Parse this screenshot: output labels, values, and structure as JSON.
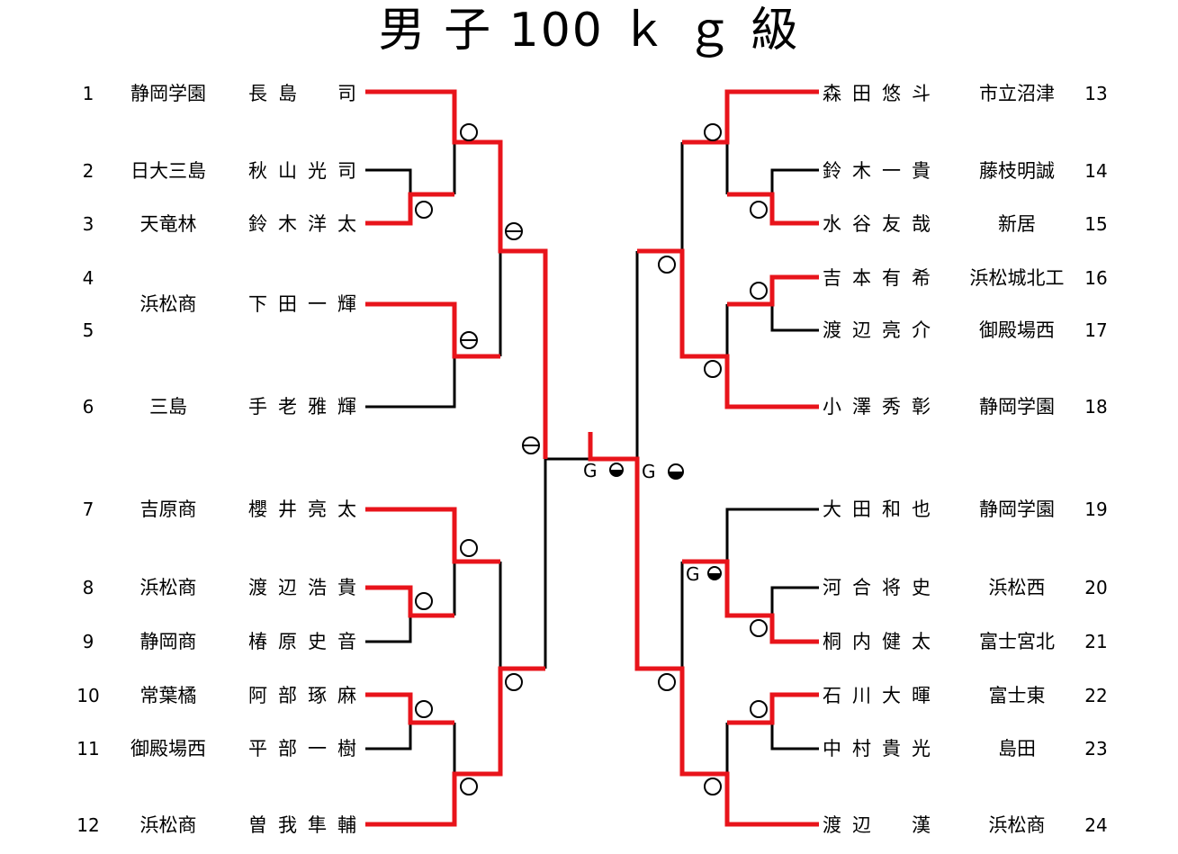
{
  "title": "男 子 100 ｋ ｇ 級",
  "colors": {
    "winner": "#e8141b",
    "line": "#000000"
  },
  "left_entries": [
    {
      "num": "1",
      "school": "静岡学園",
      "name": "長島　司"
    },
    {
      "num": "2",
      "school": "日大三島",
      "name": "秋山光司"
    },
    {
      "num": "3",
      "school": "天竜林",
      "name": "鈴木洋太"
    },
    {
      "num": "4",
      "school": "",
      "name": ""
    },
    {
      "num": "5",
      "school": "浜松商",
      "name": "下田一輝"
    },
    {
      "num": "6",
      "school": "三島",
      "name": "手老雅輝"
    },
    {
      "num": "7",
      "school": "吉原商",
      "name": "櫻井亮太"
    },
    {
      "num": "8",
      "school": "浜松商",
      "name": "渡辺浩貴"
    },
    {
      "num": "9",
      "school": "静岡商",
      "name": "椿原史音"
    },
    {
      "num": "10",
      "school": "常葉橘",
      "name": "阿部琢麻"
    },
    {
      "num": "11",
      "school": "御殿場西",
      "name": "平部一樹"
    },
    {
      "num": "12",
      "school": "浜松商",
      "name": "曽我隼輔"
    }
  ],
  "right_entries": [
    {
      "num": "13",
      "name": "森田悠斗",
      "school": "市立沼津"
    },
    {
      "num": "14",
      "name": "鈴木一貴",
      "school": "藤枝明誠"
    },
    {
      "num": "15",
      "name": "水谷友哉",
      "school": "新居"
    },
    {
      "num": "16",
      "name": "吉本有希",
      "school": "浜松城北工"
    },
    {
      "num": "17",
      "name": "渡辺亮介",
      "school": "御殿場西"
    },
    {
      "num": "18",
      "name": "小澤秀彰",
      "school": "静岡学園"
    },
    {
      "num": "19",
      "name": "大田和也",
      "school": "静岡学園"
    },
    {
      "num": "20",
      "name": "河合将史",
      "school": "浜松西"
    },
    {
      "num": "21",
      "name": "桐内健太",
      "school": "富士宮北"
    },
    {
      "num": "22",
      "name": "石川大暉",
      "school": "富士東"
    },
    {
      "num": "23",
      "name": "中村貴光",
      "school": "島田"
    },
    {
      "num": "24",
      "name": "渡辺　漢",
      "school": "浜松商"
    }
  ],
  "result_marks": {
    "ippon": "○",
    "yusei": "⊖",
    "golden_score": "G◒"
  }
}
